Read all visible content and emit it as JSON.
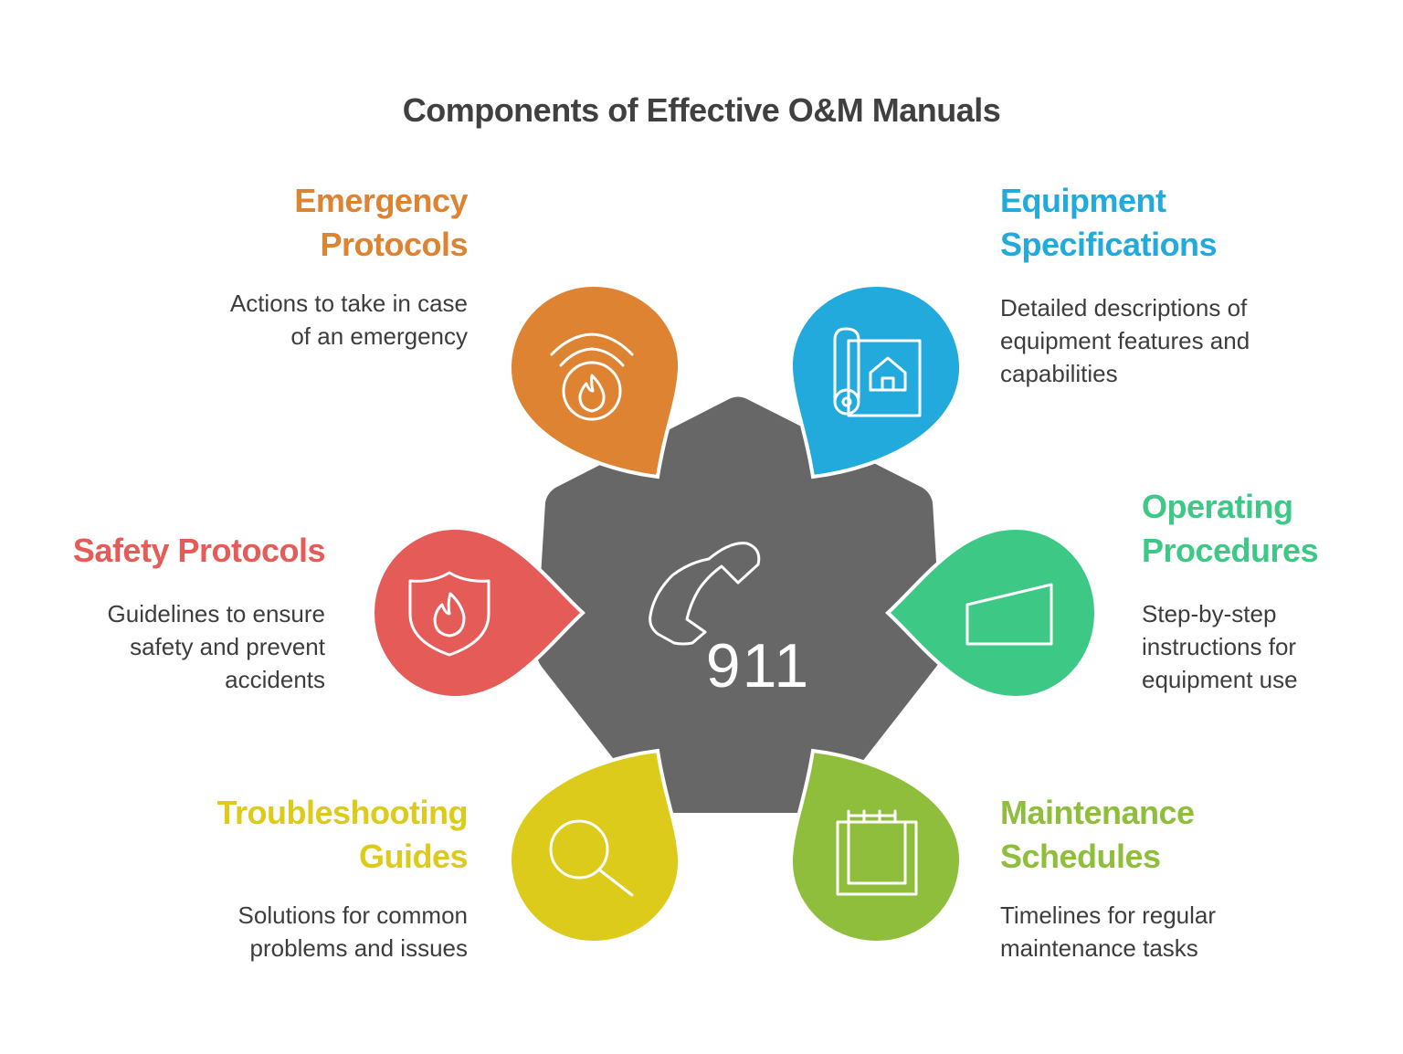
{
  "title": "Components of Effective O&M Manuals",
  "center": {
    "text": "911",
    "icon": "phone-icon",
    "color": "#676767"
  },
  "components": [
    {
      "id": "emergency",
      "label": "Emergency Protocols",
      "label_lines": [
        "Emergency",
        "Protocols"
      ],
      "description_lines": [
        "Actions to take in case",
        "of an emergency"
      ],
      "color": "#DD8331",
      "icon": "fire-alarm-icon"
    },
    {
      "id": "equipment",
      "label": "Equipment Specifications",
      "label_lines": [
        "Equipment",
        "Specifications"
      ],
      "description_lines": [
        "Detailed descriptions of",
        "equipment features and",
        "capabilities"
      ],
      "color": "#21AADB",
      "icon": "blueprint-icon"
    },
    {
      "id": "operating",
      "label": "Operating Procedures",
      "label_lines": [
        "Operating",
        "Procedures"
      ],
      "description_lines": [
        "Step-by-step",
        "instructions for",
        "equipment use"
      ],
      "color": "#3EC886",
      "icon": "shape-icon"
    },
    {
      "id": "maintenance",
      "label": "Maintenance Schedules",
      "label_lines": [
        "Maintenance",
        "Schedules"
      ],
      "description_lines": [
        "Timelines for regular",
        "maintenance tasks"
      ],
      "color": "#8FBE3C",
      "icon": "calendar-icon"
    },
    {
      "id": "troubleshooting",
      "label": "Troubleshooting Guides",
      "label_lines": [
        "Troubleshooting",
        "Guides"
      ],
      "description_lines": [
        "Solutions for common",
        "problems and issues"
      ],
      "color": "#DCCB1A",
      "icon": "magnifier-icon"
    },
    {
      "id": "safety",
      "label": "Safety Protocols",
      "label_lines": [
        "Safety Protocols"
      ],
      "description_lines": [
        "Guidelines to ensure",
        "safety and prevent",
        "accidents"
      ],
      "color": "#E45B58",
      "icon": "shield-fire-icon"
    }
  ]
}
